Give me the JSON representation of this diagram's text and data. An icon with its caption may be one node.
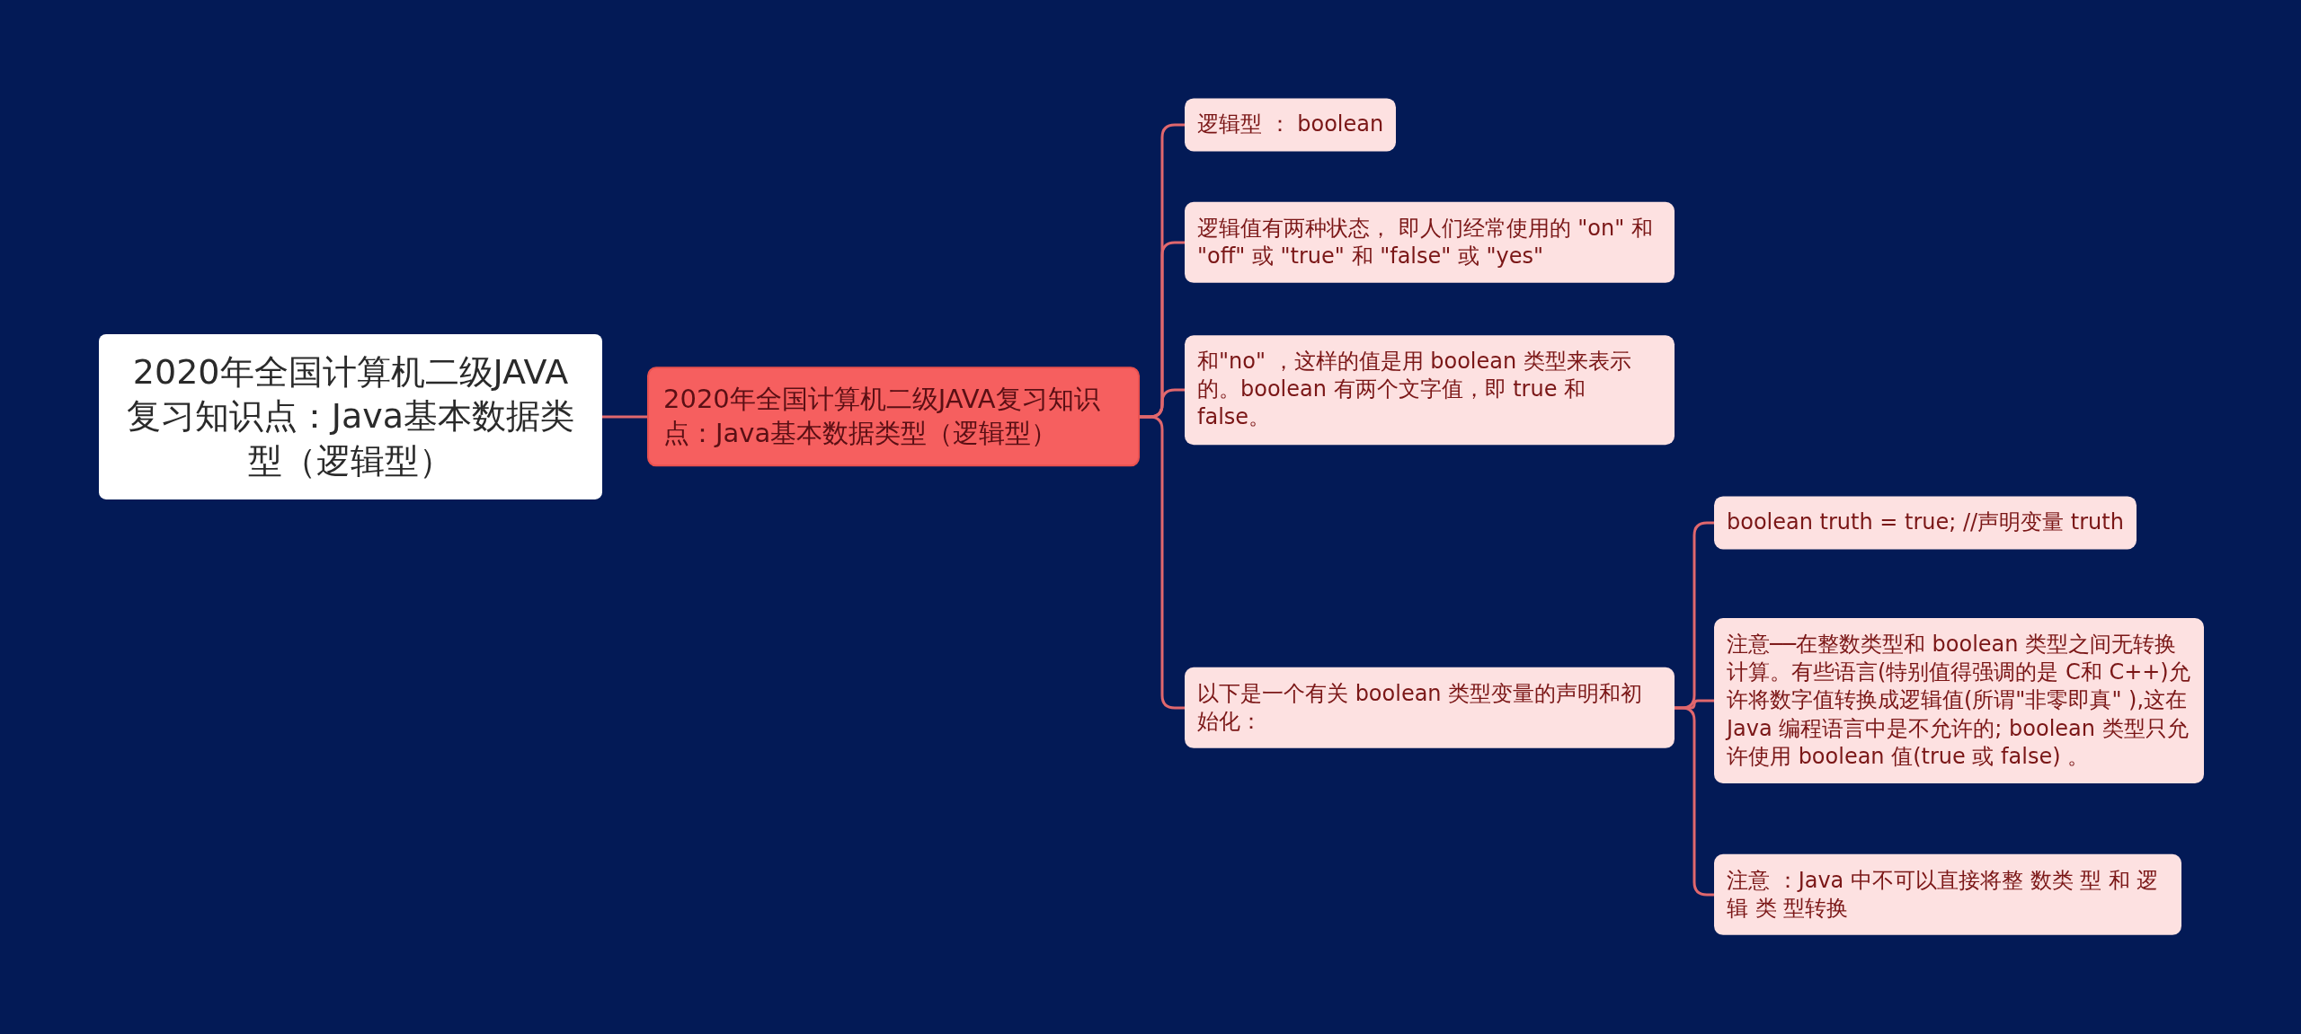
{
  "diagram": {
    "nodes": [
      {
        "text": [
          "2020年全国计算机二级JAVA复习知识点：Java基本数据类型（逻辑型）"
        ]
      },
      {
        "text": [
          "2020年全国计算机二级JAVA复习知识点：Java基本数据类型（逻辑型）"
        ]
      },
      {
        "text": [
          "逻辑型 ： boolean"
        ]
      },
      {
        "text": [
          "逻辑值有两种状态， 即人们经常使用的 \"on\" 和 \"off\" 或 \"true\" 和 \"false\" 或 \"yes\""
        ]
      },
      {
        "text": [
          "和\"no\" ，这样的值是用 boolean 类型来表示的。boolean 有两个文字值，即 true 和 false。"
        ]
      },
      {
        "text": [
          "以下是一个有关 boolean 类型变量的声明和初始化："
        ]
      },
      {
        "text": [
          "boolean truth = true; //声明变量 truth"
        ]
      },
      {
        "text": [
          "注意──在整数类型和 boolean 类型之间无转换计算。有些语言(特别值得强调的是 C和 C++)允许将数字值转换成逻辑值(所谓\"非零即真\" ),这在 Java 编程语言中是不允许的; boolean 类型只允许使用 boolean 值(true 或 false) 。"
        ]
      },
      {
        "text": [
          "注意 ：Java 中不可以直接将整 数类 型 和 逻辑 类 型转换"
        ]
      }
    ],
    "edges": [
      {
        "from": 0,
        "to": 1,
        "arrow": "none"
      },
      {
        "from": 1,
        "to": 2,
        "arrow": "none"
      },
      {
        "from": 1,
        "to": 3,
        "arrow": "none"
      },
      {
        "from": 1,
        "to": 4,
        "arrow": "none"
      },
      {
        "from": 1,
        "to": 5,
        "arrow": "none"
      },
      {
        "from": 5,
        "to": 6,
        "arrow": "none"
      },
      {
        "from": 5,
        "to": 7,
        "arrow": "none"
      },
      {
        "from": 5,
        "to": 8,
        "arrow": "none"
      }
    ]
  }
}
